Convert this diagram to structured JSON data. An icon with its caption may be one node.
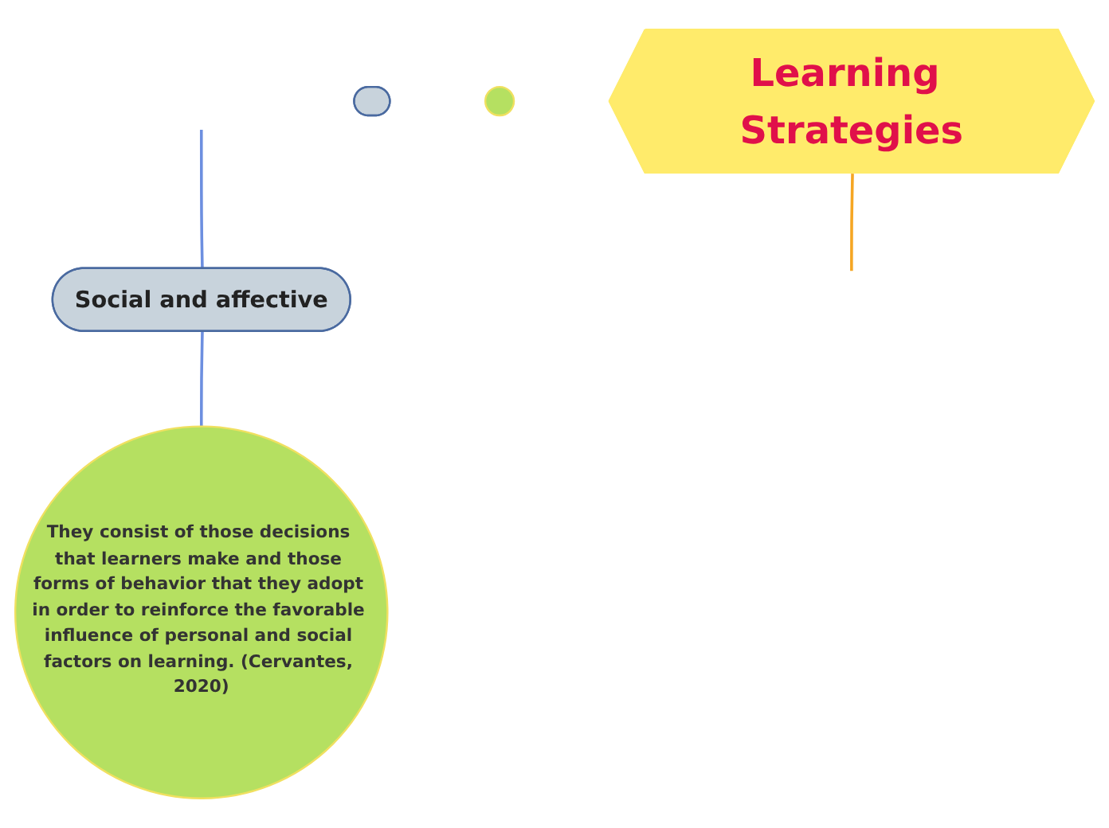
{
  "diagram": {
    "nodes": [
      {
        "text": [
          "Learning Strategies"
        ]
      },
      {
        "text": [
          "Social and affective"
        ]
      },
      {
        "text": [
          "They consist of those decisions that learners make and those forms of behavior that they adopt in order to reinforce the favorable influence of personal and social factors on learning. (Cervantes, 2020)"
        ]
      },
      {
        "text": [],
        "shape": "ellipse"
      },
      {
        "text": [],
        "shape": "circle"
      }
    ],
    "edges": [
      {
        "from": 0,
        "to": null,
        "arrow": "none",
        "color": "#f5a623"
      },
      {
        "from": null,
        "to": 1,
        "arrow": "none"
      },
      {
        "from": 1,
        "to": 2,
        "arrow": "none"
      }
    ]
  }
}
